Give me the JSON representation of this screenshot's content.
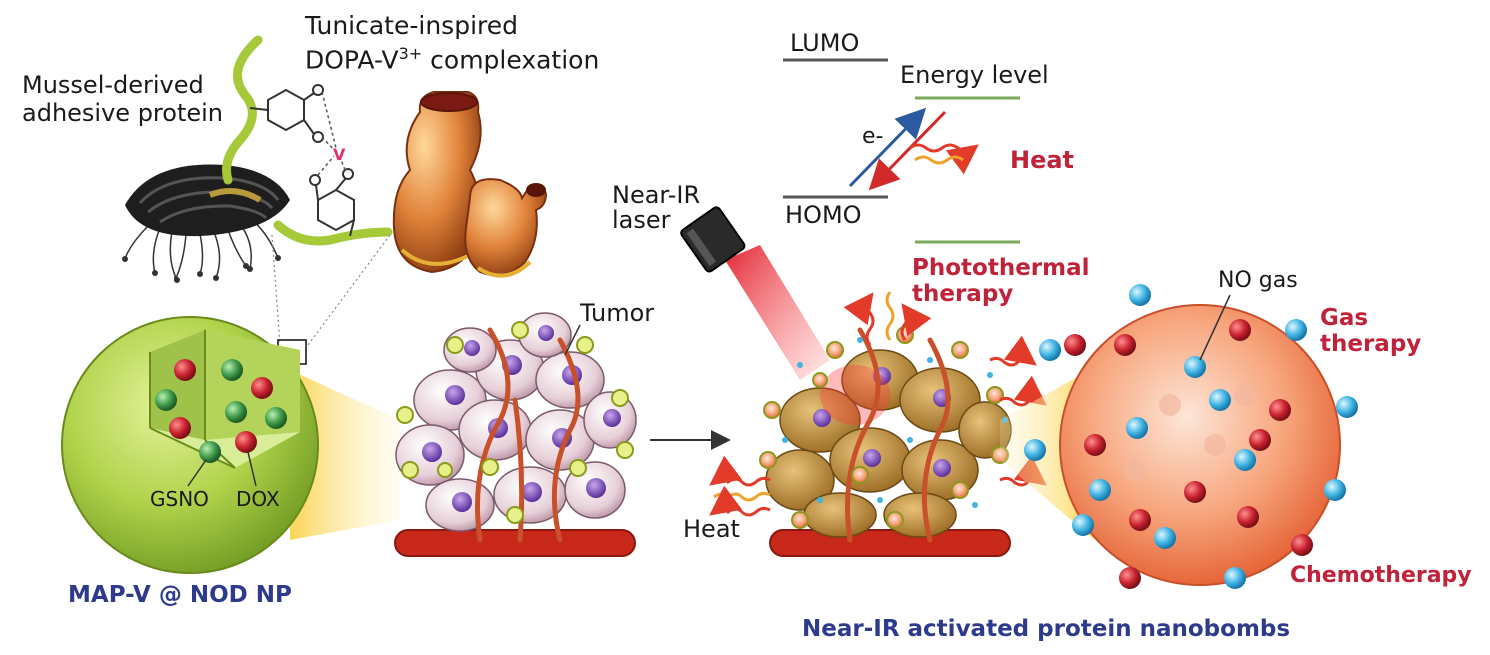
{
  "labels": {
    "mussel": "Mussel-derived\nadhesive protein",
    "tunicate_line1": "Tunicate-inspired",
    "tunicate_line2_prefix": "DOPA-V",
    "tunicate_sup": "3+",
    "tunicate_line2_suffix": " complexation",
    "vanadium": "V",
    "gsno": "GSNO",
    "dox": "DOX",
    "np_title": "MAP-V @ NOD NP",
    "tumor": "Tumor",
    "laser": "Near-IR\nlaser",
    "lumo": "LUMO",
    "homo": "HOMO",
    "energy_level": "Energy level",
    "electron": "e-",
    "heat_top": "Heat",
    "photothermal": "Photothermal\ntherapy",
    "heat_bottom": "Heat",
    "no_gas": "NO gas",
    "gas_therapy": "Gas\ntherapy",
    "chemotherapy": "Chemotherapy",
    "nanobombs": "Near-IR activated protein nanobombs"
  },
  "colors": {
    "red_text": "#c0223a",
    "blue_text": "#2e3a8c",
    "green_np": "#9cc43a",
    "orange_sphere": "#f07a4a",
    "no_blue": "#3fb3e3",
    "dox_red": "#c8222f",
    "gsno_green": "#3f9a4a",
    "lumo_homo_line": "#555555",
    "energy_line": "#79a85a"
  }
}
